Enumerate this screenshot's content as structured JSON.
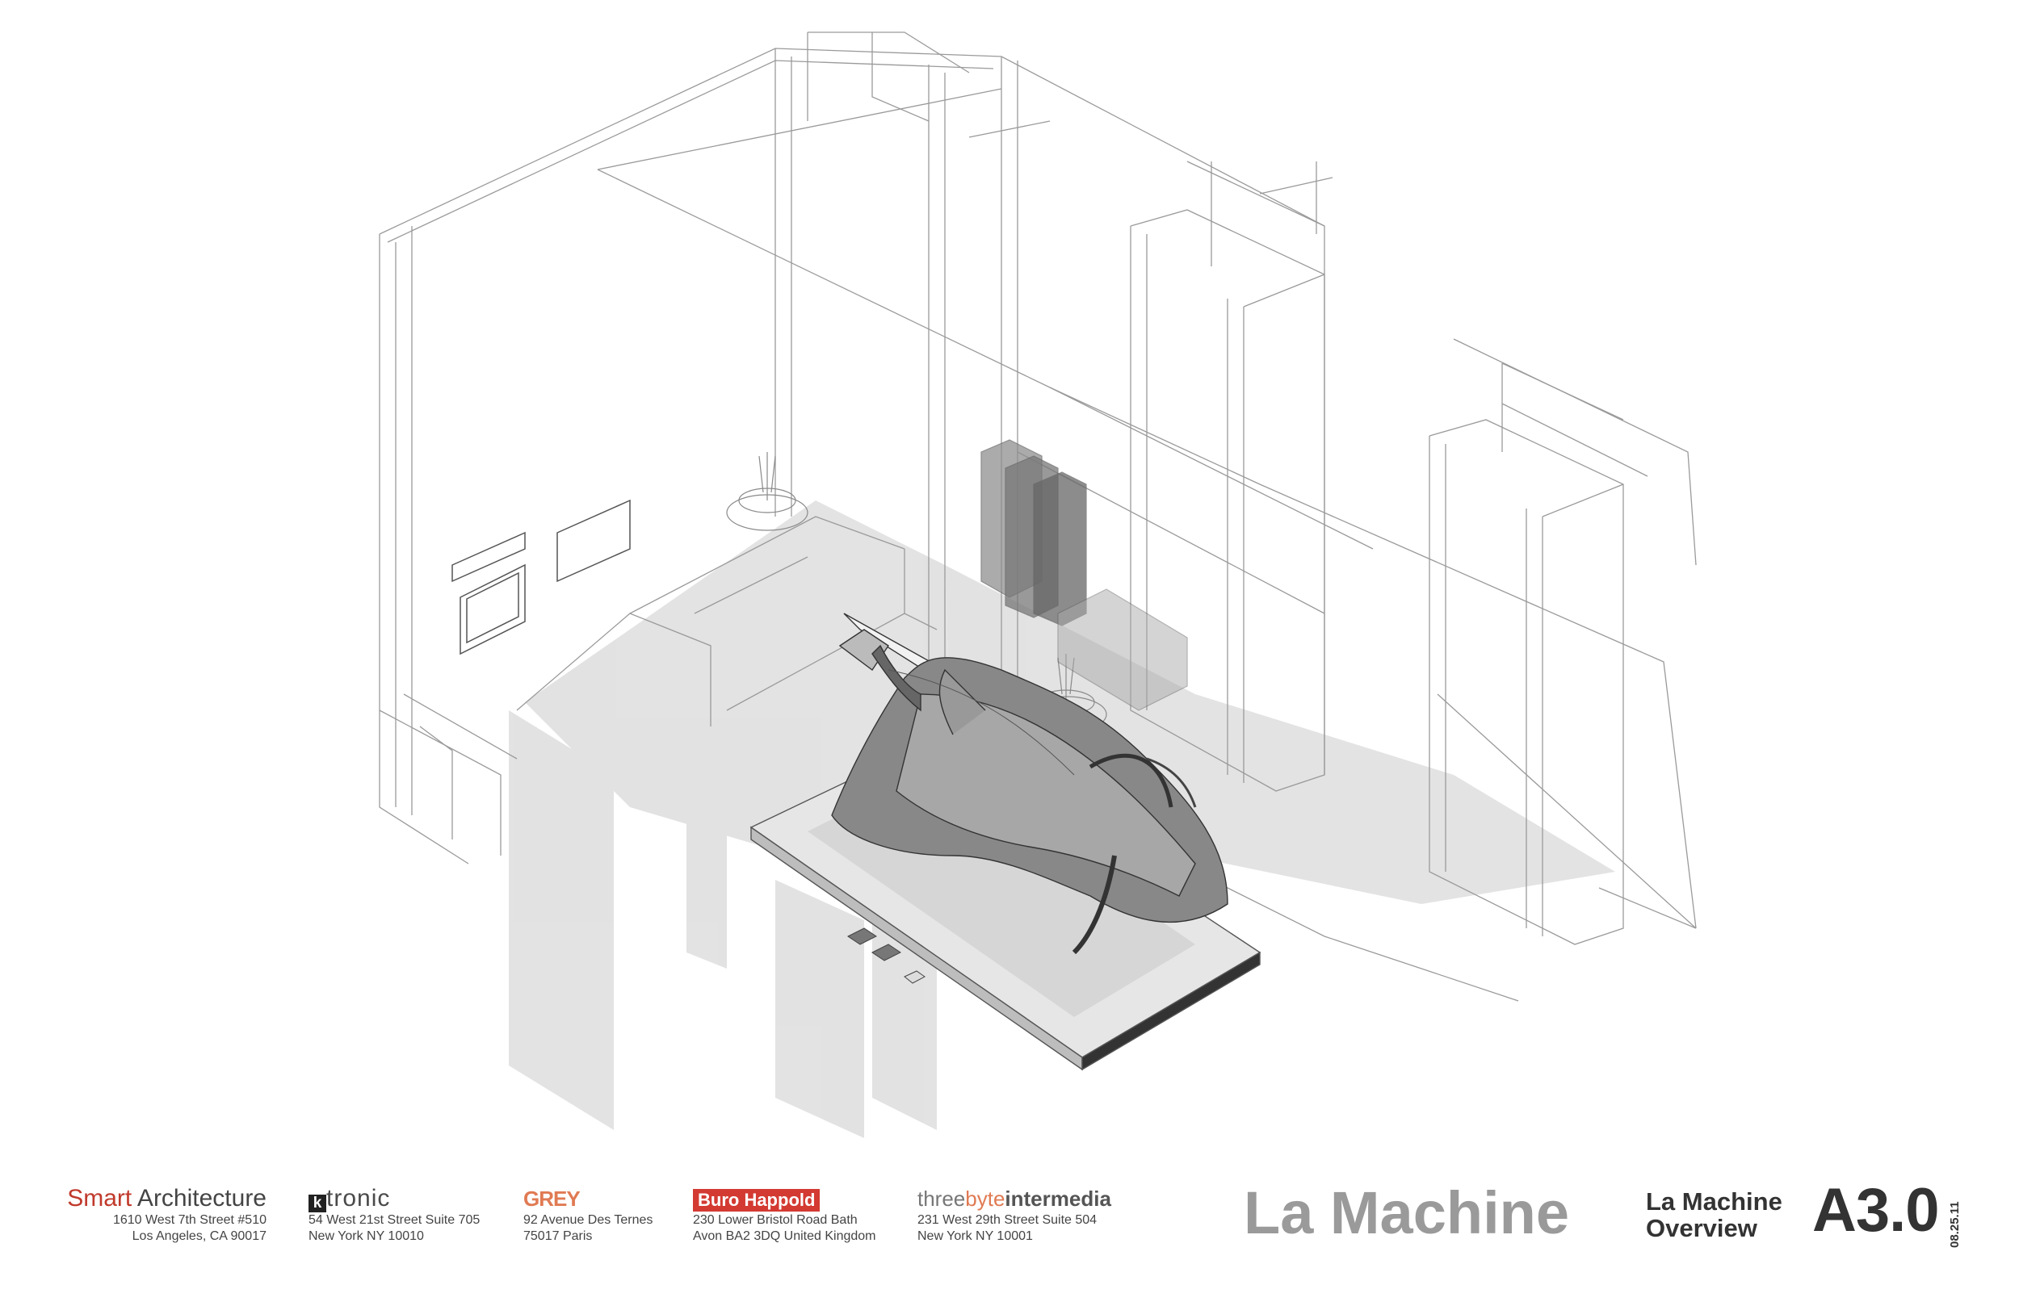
{
  "drawing": {
    "subject": "isometric wireframe of room with dragon sculpture on platform"
  },
  "title_block": {
    "firms": [
      {
        "name_a": "Smart",
        "name_b": " Architecture",
        "line1": "1610 West 7th Street #510",
        "line2": "Los Angeles, CA 90017"
      },
      {
        "name_logo": "k",
        "name_b": "tronic",
        "line1": "54 West 21st Street Suite 705",
        "line2": "New York NY 10010"
      },
      {
        "name_a": "GREY",
        "line1": "92 Avenue Des Ternes",
        "line2": "75017 Paris"
      },
      {
        "name_a": "Buro Happold",
        "line1": "230 Lower Bristol Road Bath",
        "line2": "Avon BA2 3DQ United Kingdom"
      },
      {
        "name_a": "three",
        "name_b": "byte",
        "name_c": "intermedia",
        "line1": "231 West 29th Street Suite 504",
        "line2": "New York NY 10001"
      }
    ],
    "project_name": "La Machine",
    "sheet_title_line1": "La Machine",
    "sheet_title_line2": "Overview",
    "sheet_number": "A3.0",
    "date": "08.25.11"
  },
  "colors": {
    "line": "#8a8a8a",
    "shadow": "#d6d6d6",
    "accent_red": "#c0392b",
    "grey_logo": "#e07a53"
  }
}
